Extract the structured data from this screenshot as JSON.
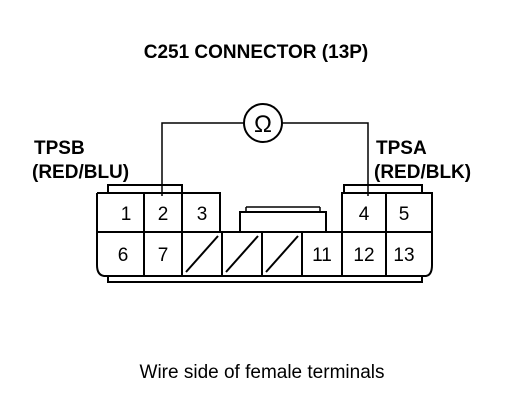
{
  "title": "C251 CONNECTOR (13P)",
  "left_label": {
    "name": "TPSB",
    "color": "(RED/BLU)"
  },
  "right_label": {
    "name": "TPSA",
    "color": "(RED/BLK)"
  },
  "meter_symbol": "Ω",
  "caption": "Wire side of female terminals",
  "pins": {
    "p1": "1",
    "p2": "2",
    "p3": "3",
    "p4": "4",
    "p5": "5",
    "p6": "6",
    "p7": "7",
    "p11": "11",
    "p12": "12",
    "p13": "13"
  }
}
